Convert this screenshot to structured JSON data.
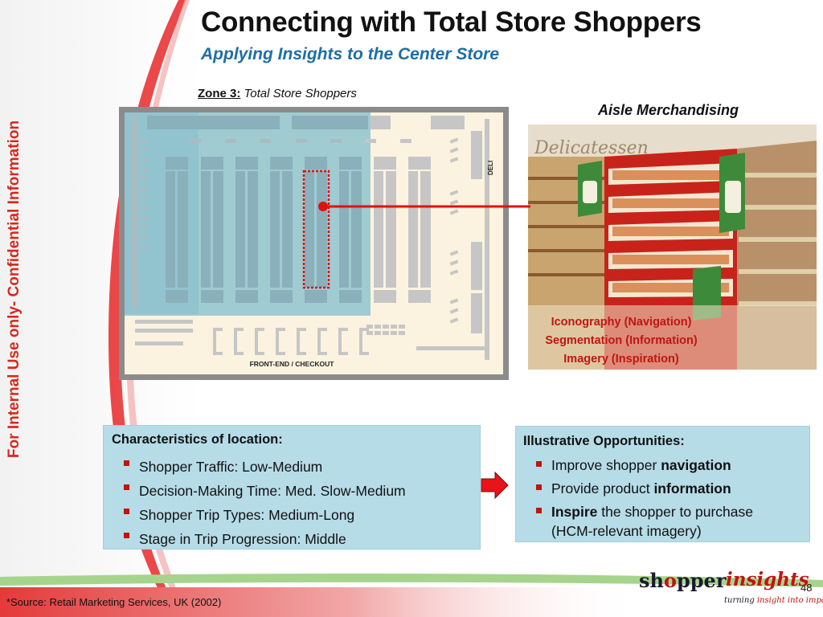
{
  "slide": {
    "title": "Connecting with Total Store Shoppers",
    "subtitle": "Applying Insights to the Center Store",
    "side_label": "For Internal Use only- Confidential Information",
    "page_number": "48",
    "source": "*Source: Retail Marketing Services, UK (2002)"
  },
  "zone": {
    "name": "Zone 3:",
    "description": "Total Store Shoppers"
  },
  "floor_plan": {
    "deli_label": "DELI",
    "checkout_label": "FRONT-END / CHECKOUT",
    "highlight_color": "#8fc3cf",
    "marker_color": "#e0120c"
  },
  "aisle": {
    "title": "Aisle Merchandising",
    "captions": [
      "Iconography (Navigation)",
      "Segmentation (Information)",
      "Imagery (Inspiration)"
    ]
  },
  "characteristics": {
    "heading": "Characteristics of location:",
    "items": [
      "Shopper Traffic: Low-Medium",
      "Decision-Making Time: Med. Slow-Medium",
      "Shopper Trip Types: Medium-Long",
      "Stage in Trip Progression: Middle"
    ]
  },
  "opportunities": {
    "heading": "Illustrative Opportunities:",
    "items": [
      {
        "pre": "Improve shopper ",
        "bold": "navigation",
        "post": ""
      },
      {
        "pre": "Provide product ",
        "bold": "information",
        "post": ""
      },
      {
        "pre": "",
        "bold": "Inspire",
        "post": " the shopper to purchase (HCM-relevant imagery)"
      }
    ]
  },
  "logo": {
    "part1": "sh",
    "part1_o": "o",
    "part1_rest": "pper",
    "part2": "insights",
    "tagline_pre": "turning ",
    "tagline_post": "insight into impact"
  },
  "colors": {
    "accent_red": "#c0150f",
    "title_blue": "#1d6fa5",
    "box_fill": "#b6dce8",
    "plan_floor": "#fbf3df"
  }
}
